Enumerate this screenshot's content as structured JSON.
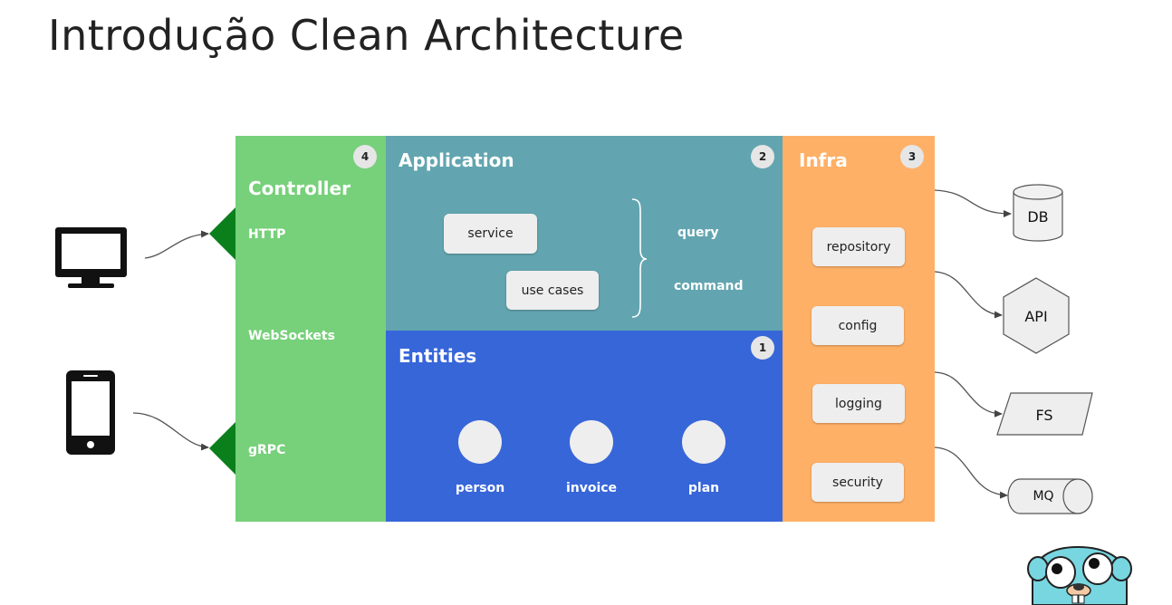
{
  "title": "Introdução Clean Architecture",
  "colors": {
    "controller": "#77d07a",
    "application": "#62a5b0",
    "entities": "#3766d9",
    "infra": "#ffb067",
    "arrow_green": "#0b7f1b"
  },
  "controller": {
    "title": "Controller",
    "badge": "4",
    "protocols": [
      "HTTP",
      "WebSockets",
      "gRPC"
    ]
  },
  "application": {
    "title": "Application",
    "badge": "2",
    "boxes": [
      "service",
      "use cases"
    ],
    "cqrs": [
      "query",
      "command"
    ]
  },
  "entities": {
    "title": "Entities",
    "badge": "1",
    "items": [
      "person",
      "invoice",
      "plan"
    ]
  },
  "infra": {
    "title": "Infra",
    "badge": "3",
    "boxes": [
      "repository",
      "config",
      "logging",
      "security"
    ]
  },
  "external": {
    "db": "DB",
    "api": "API",
    "fs": "FS",
    "mq": "MQ"
  },
  "icons": [
    "monitor-icon",
    "smartphone-icon",
    "gopher-mascot"
  ]
}
